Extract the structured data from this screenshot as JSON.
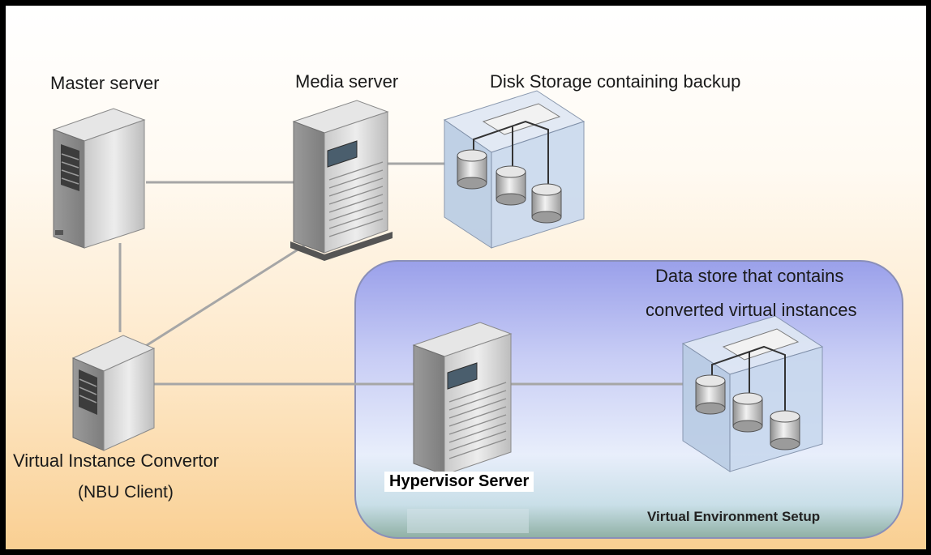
{
  "labels": {
    "master_server": "Master server",
    "media_server": "Media server",
    "disk_storage": "Disk Storage containing backup",
    "data_store_line1": "Data store that contains",
    "data_store_line2": "converted virtual instances",
    "vic_line1": "Virtual Instance Convertor",
    "vic_line2": "(NBU Client)",
    "hypervisor": "Hypervisor Server",
    "virtual_env": "Virtual Environment Setup"
  },
  "colors": {
    "connector": "#a6a6a6",
    "storage_box": "#c9d9ee",
    "virtual_env_panel": "#b8bff0"
  }
}
